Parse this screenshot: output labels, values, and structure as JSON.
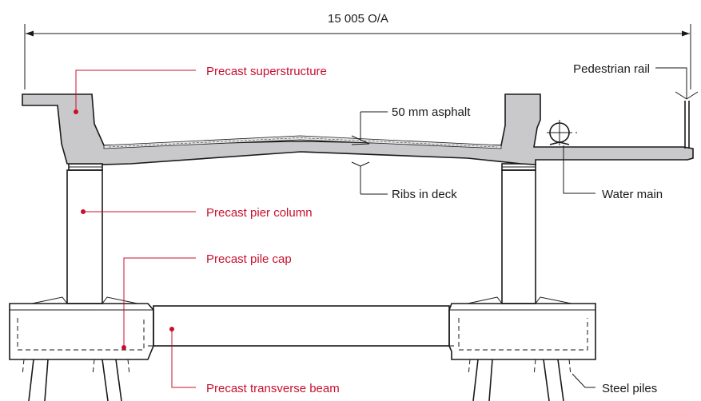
{
  "labels": {
    "overall_dimension": "15 005 O/A",
    "precast_superstructure": "Precast superstructure",
    "pedestrian_rail": "Pedestrian rail",
    "asphalt": "50 mm asphalt",
    "ribs_in_deck": "Ribs in deck",
    "water_main": "Water main",
    "precast_pier_column": "Precast pier column",
    "precast_pile_cap": "Precast pile cap",
    "precast_transverse_beam": "Precast transverse beam",
    "steel_piles": "Steel piles"
  },
  "colors": {
    "label_red": "#c8102e",
    "line": "#1a1a1a",
    "concrete": "#c9c9cb"
  }
}
